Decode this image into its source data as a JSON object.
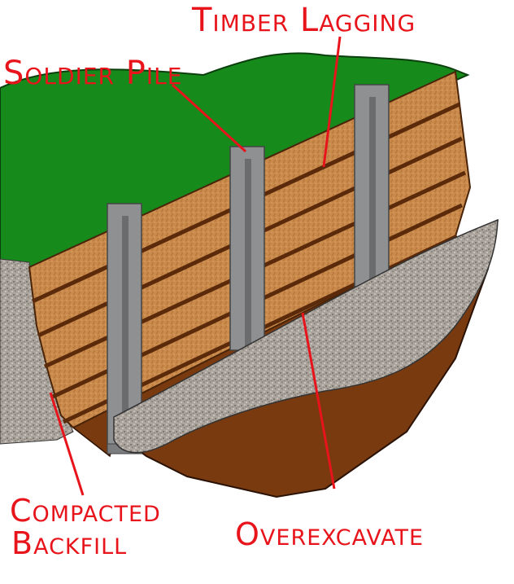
{
  "labels": {
    "timber_lagging": "Timber Lagging",
    "soldier_pile": "Soldier Pile",
    "compacted": "Compacted",
    "backfill": "Backfill",
    "overexcavate": "Overexcavate"
  },
  "colors": {
    "label_red": "#e8141c",
    "grass_green": "#178a1c",
    "timber": "#c8864a",
    "soil_brown": "#7a3a10",
    "pile_steel": "#8e9092",
    "gravel": "#a8a29a"
  }
}
